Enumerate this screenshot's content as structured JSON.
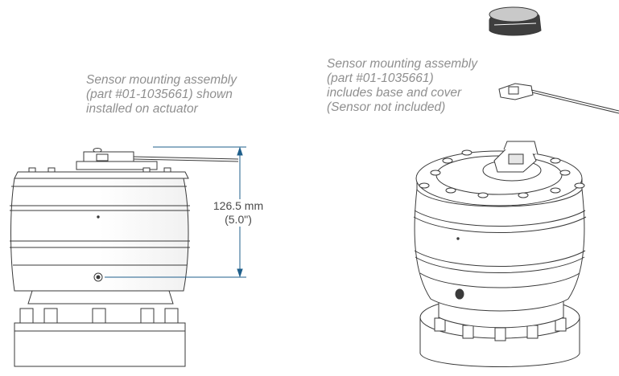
{
  "captions": {
    "installed": {
      "lines": [
        "Sensor mounting assembly",
        "(part #01-1035661) shown",
        "installed on actuator"
      ]
    },
    "assembly": {
      "lines": [
        "Sensor mounting assembly",
        "(part #01-1035661)",
        "includes base and cover",
        "(Sensor not included)"
      ]
    }
  },
  "dimension": {
    "metric": "126.5 mm",
    "imperial": "(5.0\")"
  },
  "colors": {
    "line": "#3a3a3a",
    "dimension_line": "#1f5f8b",
    "caption": "#8f8f8f"
  }
}
